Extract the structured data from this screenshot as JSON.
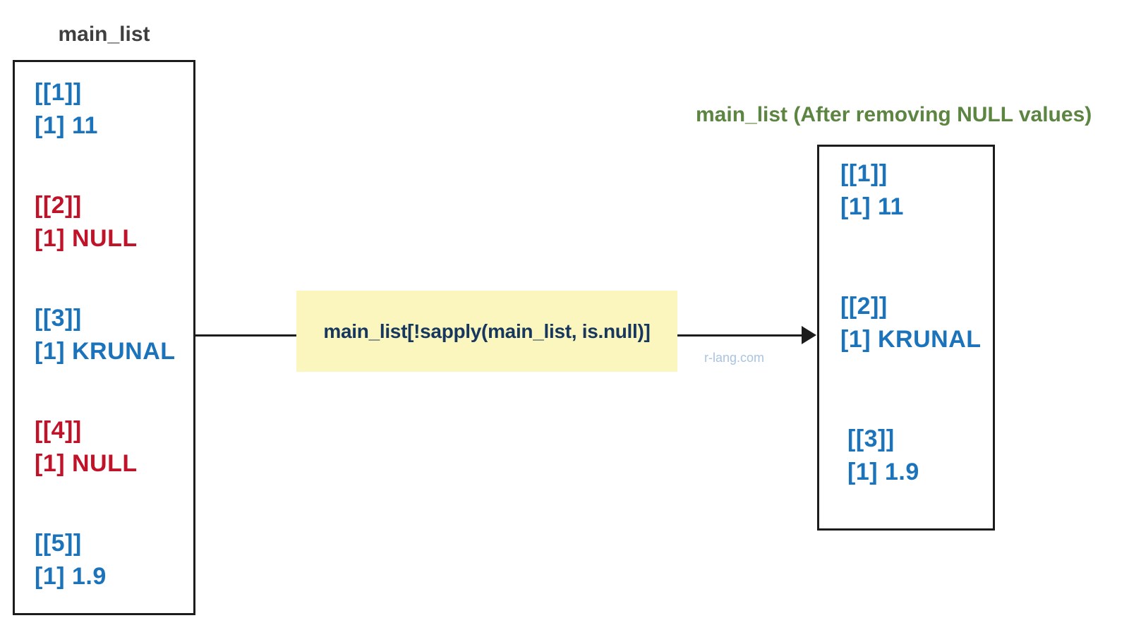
{
  "diagram": {
    "left_panel": {
      "title": "main_list",
      "entries": [
        {
          "index": "[[1]]",
          "value": "[1] 11",
          "type": "keep"
        },
        {
          "index": "[[2]]",
          "value": "[1] NULL",
          "type": "null"
        },
        {
          "index": "[[3]]",
          "value": "[1] KRUNAL",
          "type": "keep"
        },
        {
          "index": "[[4]]",
          "value": "[1] NULL",
          "type": "null"
        },
        {
          "index": "[[5]]",
          "value": "[1] 1.9",
          "type": "keep"
        }
      ]
    },
    "code_box": {
      "code": "main_list[!sapply(main_list, is.null)]"
    },
    "right_panel": {
      "title": "main_list (After removing NULL values)",
      "entries": [
        {
          "index": "[[1]]",
          "value": "[1] 11",
          "type": "keep"
        },
        {
          "index": "[[2]]",
          "value": "[1] KRUNAL",
          "type": "keep"
        },
        {
          "index": "[[3]]",
          "value": "[1] 1.9",
          "type": "keep"
        }
      ]
    },
    "watermark": "r-lang.com"
  },
  "colors": {
    "value_blue": "#1B74BB",
    "null_red": "#C01228",
    "title_gray": "#3F3F3F",
    "result_green": "#5B8540",
    "code_navy": "#17375E",
    "code_bg": "#FAF6BD",
    "watermark_blue": "#A9C3E2",
    "line_black": "#1C1C1C"
  }
}
